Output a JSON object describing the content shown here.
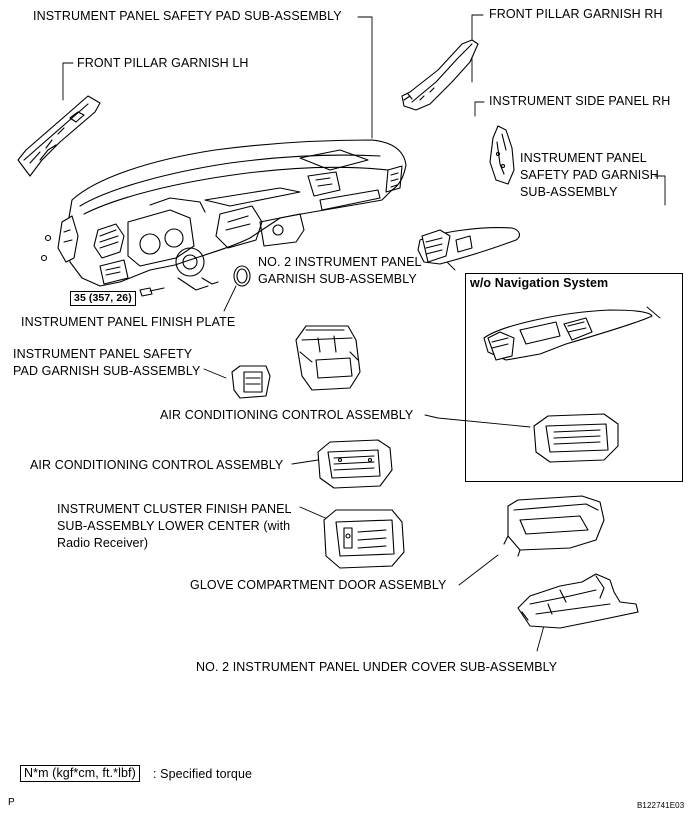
{
  "labels": {
    "safety_pad": "INSTRUMENT PANEL SAFETY PAD SUB-ASSEMBLY",
    "pillar_rh": "FRONT PILLAR GARNISH RH",
    "pillar_lh": "FRONT PILLAR GARNISH LH",
    "side_panel_rh": "INSTRUMENT SIDE PANEL RH",
    "pad_garnish_rh_1": "INSTRUMENT PANEL",
    "pad_garnish_rh_2": "SAFETY PAD GARNISH",
    "pad_garnish_rh_3": "SUB-ASSEMBLY",
    "no2_garnish_1": "NO. 2 INSTRUMENT PANEL",
    "no2_garnish_2": "GARNISH SUB-ASSEMBLY",
    "nav_system": "w/o Navigation System",
    "torque": "35 (357, 26)",
    "finish_plate": "INSTRUMENT PANEL FINISH PLATE",
    "pad_garnish_lh_1": "INSTRUMENT PANEL SAFETY",
    "pad_garnish_lh_2": "PAD GARNISH SUB-ASSEMBLY",
    "ac_control_upper": "AIR CONDITIONING CONTROL ASSEMBLY",
    "ac_control_lower": "AIR CONDITIONING CONTROL ASSEMBLY",
    "cluster_1": "INSTRUMENT CLUSTER FINISH PANEL",
    "cluster_2": "SUB-ASSEMBLY LOWER CENTER (with",
    "cluster_3": "Radio Receiver)",
    "glove": "GLOVE COMPARTMENT DOOR ASSEMBLY",
    "under_cover": "NO. 2 INSTRUMENT PANEL UNDER COVER SUB-ASSEMBLY",
    "legend_units": "N*m (kgf*cm, ft.*lbf)",
    "legend_text": ": Specified torque",
    "footer_left": "P",
    "footer_right": "B122741E03"
  }
}
